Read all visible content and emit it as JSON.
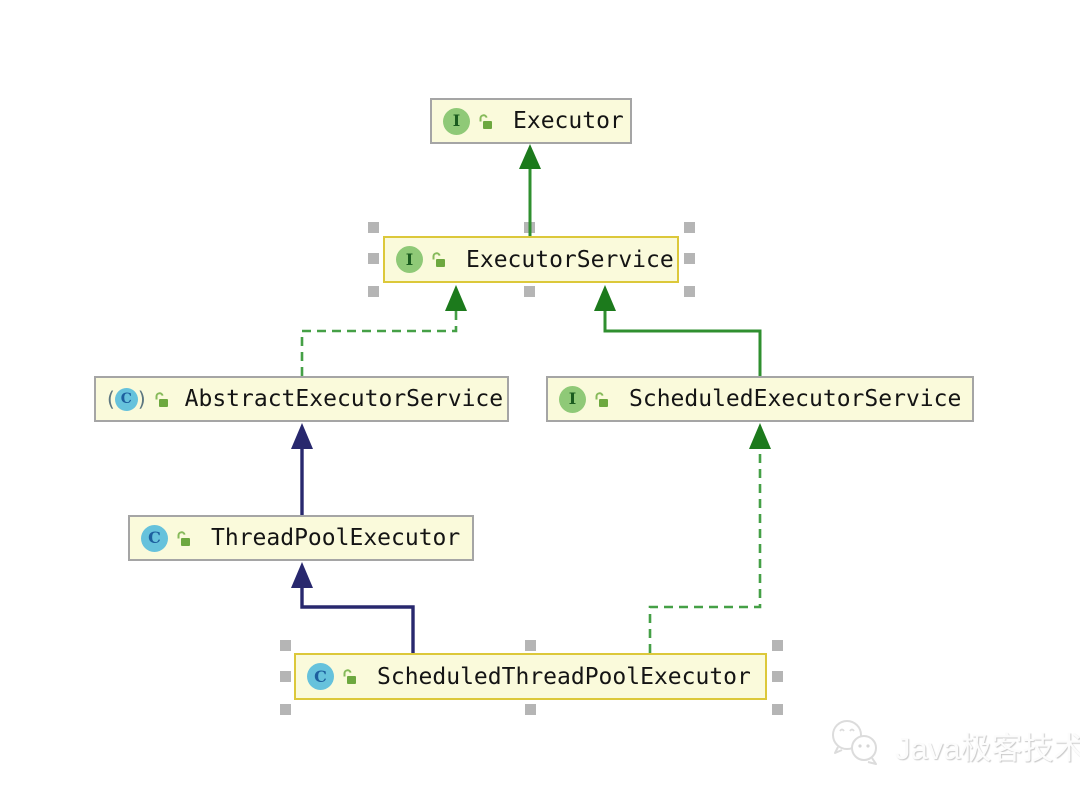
{
  "diagram": {
    "tool": "uml-class-diagram",
    "nodes": {
      "executor": {
        "label": "Executor",
        "kind": "interface",
        "selected": false
      },
      "executor_service": {
        "label": "ExecutorService",
        "kind": "interface",
        "selected": true
      },
      "abstract_executor_service": {
        "label": "AbstractExecutorService",
        "kind": "abstract-class",
        "selected": false
      },
      "scheduled_executor_service": {
        "label": "ScheduledExecutorService",
        "kind": "interface",
        "selected": false
      },
      "thread_pool_executor": {
        "label": "ThreadPoolExecutor",
        "kind": "class",
        "selected": false
      },
      "scheduled_thread_pool_executor": {
        "label": "ScheduledThreadPoolExecutor",
        "kind": "class",
        "selected": true
      }
    },
    "icons": {
      "interface_letter": "I",
      "class_letter": "C",
      "abstract_paren_open": "(",
      "abstract_paren_close": ")",
      "visibility": "open-padlock"
    },
    "edges": [
      {
        "from": "ExecutorService",
        "to": "Executor",
        "relation": "extends",
        "line": "solid",
        "color": "#2F8F2F"
      },
      {
        "from": "AbstractExecutorService",
        "to": "ExecutorService",
        "relation": "implements",
        "line": "dashed",
        "color": "#45A046"
      },
      {
        "from": "ScheduledExecutorService",
        "to": "ExecutorService",
        "relation": "extends",
        "line": "solid",
        "color": "#2F8F2F"
      },
      {
        "from": "ThreadPoolExecutor",
        "to": "AbstractExecutorService",
        "relation": "extends",
        "line": "solid",
        "color": "#28286E"
      },
      {
        "from": "ScheduledThreadPoolExecutor",
        "to": "ThreadPoolExecutor",
        "relation": "extends",
        "line": "solid",
        "color": "#28286E"
      },
      {
        "from": "ScheduledThreadPoolExecutor",
        "to": "ScheduledExecutorService",
        "relation": "implements",
        "line": "dashed",
        "color": "#45A046"
      }
    ],
    "colors": {
      "node_fill": "#FAFADB",
      "node_border": "#A5A5A5",
      "selected_border": "#DCC83A",
      "interface_badge": "#8FC977",
      "class_badge": "#66C2DC",
      "lock_green": "#6DA83F",
      "handle_gray": "#B5B5B5"
    }
  },
  "watermark": {
    "text": "Java极客技术"
  }
}
